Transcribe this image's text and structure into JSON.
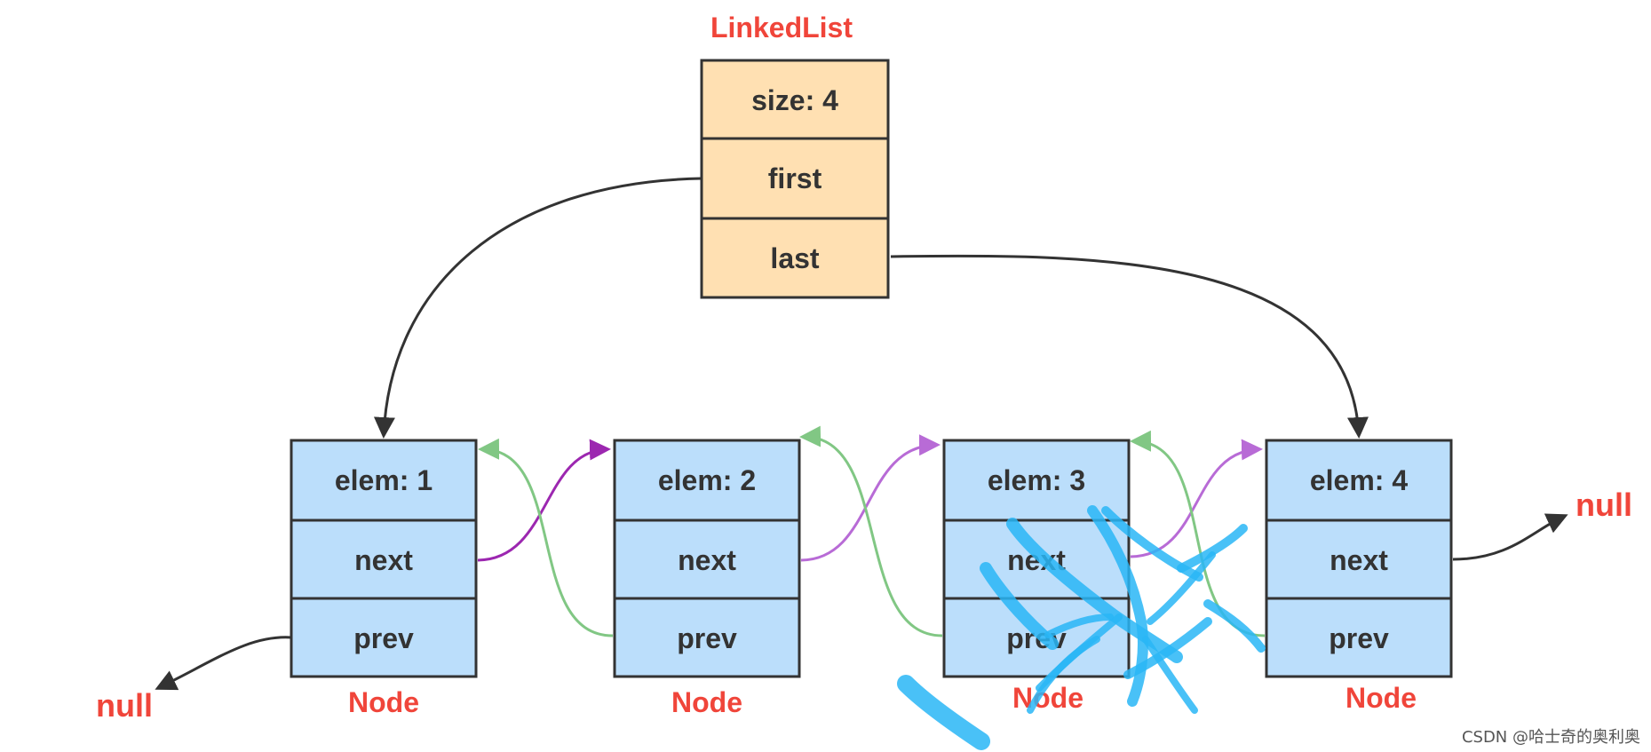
{
  "title": "LinkedList",
  "list_fields": [
    "size: 4",
    "first",
    "last"
  ],
  "nodes": [
    {
      "elem": "elem: 1",
      "next": "next",
      "prev": "prev",
      "label": "Node"
    },
    {
      "elem": "elem: 2",
      "next": "next",
      "prev": "prev",
      "label": "Node"
    },
    {
      "elem": "elem: 3",
      "next": "next",
      "prev": "prev",
      "label": "Node"
    },
    {
      "elem": "elem: 4",
      "next": "next",
      "prev": "prev",
      "label": "Node"
    }
  ],
  "null_left": "null",
  "null_right": "null",
  "watermark": "CSDN @哈士奇的奥利奥",
  "colors": {
    "list_fill": "#ffe0b2",
    "node_fill": "#bbdefb",
    "label_red": "#f0453a",
    "next_arrow_dark": "#9c27b0",
    "next_arrow_light": "#b86bd6",
    "prev_arrow": "#81c784",
    "main_arrow": "#333333",
    "overlay_blue": "#29b6f6"
  }
}
